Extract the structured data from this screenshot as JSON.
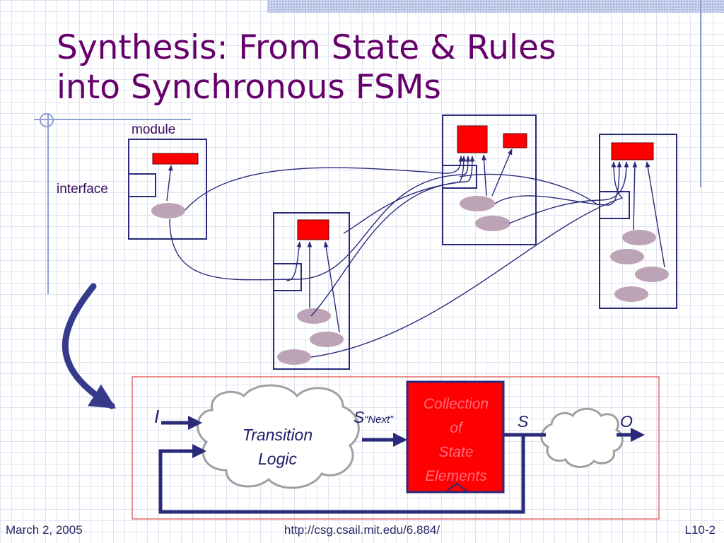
{
  "slide": {
    "title_line1": "Synthesis:  From State & Rules",
    "title_line2": "into Synchronous FSMs"
  },
  "labels": {
    "module": "module",
    "interface": "interface"
  },
  "fsm": {
    "input": "I",
    "transition_line1": "Transition",
    "transition_line2": "Logic",
    "next_state_main": "S",
    "next_state_sub": "“Next”",
    "state_box_lines": [
      "Collection",
      "of",
      "State",
      "Elements"
    ],
    "state": "S",
    "output": "O"
  },
  "footer": {
    "date": "March 2, 2005",
    "url": "http://csg.csail.mit.edu/6.884/",
    "page": "L10-2"
  },
  "colors": {
    "title": "#66006b",
    "module_border": "#2a2a7a",
    "register_fill": "#ff0000",
    "rule_fill": "#bca3b6",
    "wire": "#2a2a7a",
    "fsm_frame": "#e06060",
    "curved_arrow": "#353a8a"
  }
}
